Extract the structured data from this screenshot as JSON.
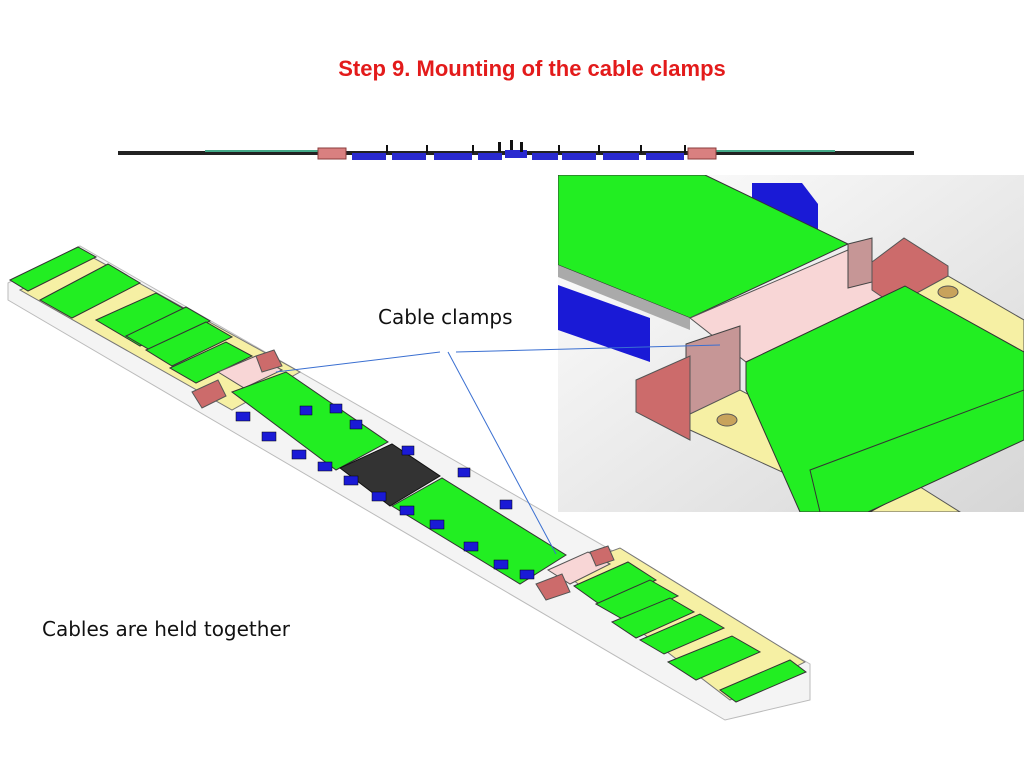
{
  "slide": {
    "title": "Step 9. Mounting of the cable clamps",
    "callout_label": "Cable clamps",
    "caption": "Cables are held together"
  },
  "colors": {
    "title": "#e31b1b",
    "cable_green": "#22ee22",
    "support_yellow": "#f6f0a4",
    "clamp_pink": "#f8d6d6",
    "bracket_red": "#cc6b6b",
    "connector_blue": "#1a1ad6",
    "leader_line": "#3a6fd1"
  }
}
